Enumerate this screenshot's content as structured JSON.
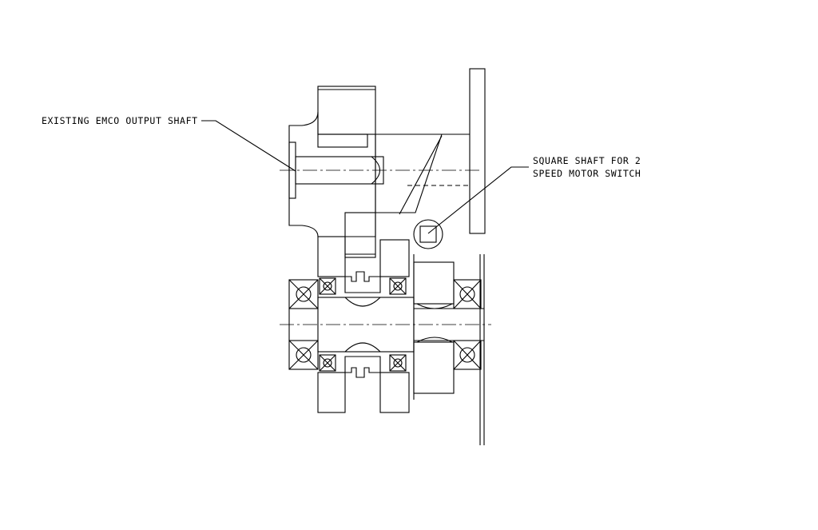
{
  "callouts": {
    "output_shaft": "EXISTING EMCO OUTPUT SHAFT",
    "square_shaft_line1": "SQUARE SHAFT FOR 2",
    "square_shaft_line2": "SPEED MOTOR SWITCH"
  }
}
